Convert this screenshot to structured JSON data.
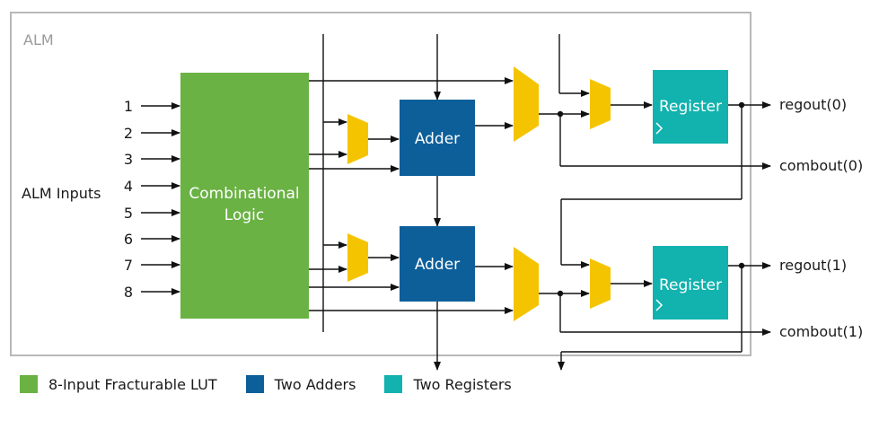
{
  "alm_label": "ALM",
  "inputs_label": "ALM Inputs",
  "inputs": [
    "1",
    "2",
    "3",
    "4",
    "5",
    "6",
    "7",
    "8"
  ],
  "lut": {
    "line1": "Combinational",
    "line2": "Logic"
  },
  "adders": [
    "Adder",
    "Adder"
  ],
  "registers": [
    "Register",
    "Register"
  ],
  "outputs": [
    "regout(0)",
    "combout(0)",
    "regout(1)",
    "combout(1)"
  ],
  "legend": [
    {
      "label": "8-Input Fracturable LUT",
      "color": "#6ab244"
    },
    {
      "label": "Two Adders",
      "color": "#0d5f9a"
    },
    {
      "label": "Two Registers",
      "color": "#12b2ae"
    }
  ],
  "colors": {
    "lut": "#6ab244",
    "adder": "#0d5f9a",
    "register": "#12b2ae",
    "mux": "#f5c400",
    "border": "#b8b8b8",
    "alm_label": "#9a9a9a"
  }
}
